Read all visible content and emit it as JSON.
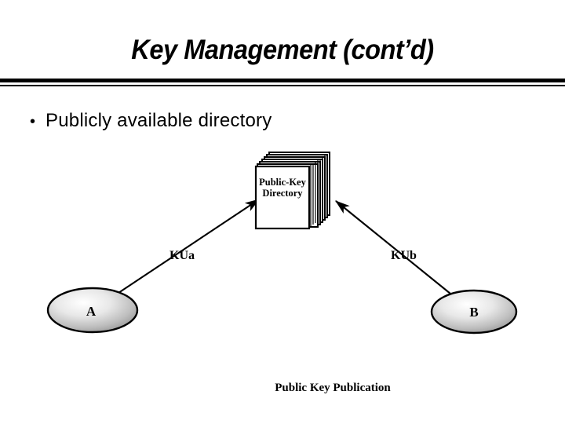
{
  "slide": {
    "title": "Key Management (cont’d)",
    "background_color": "#ffffff",
    "text_color": "#000000"
  },
  "bullets": [
    {
      "marker": "•",
      "text": "Publicly available directory"
    }
  ],
  "diagram": {
    "caption": "Public Key Publication",
    "directory": {
      "line1": "Public-Key",
      "line2": "Directory"
    },
    "nodes": [
      {
        "id": "a",
        "label": "A"
      },
      {
        "id": "b",
        "label": "B"
      }
    ],
    "edges": [
      {
        "id": "kua",
        "label": "KUa",
        "from": "A",
        "to": "directory"
      },
      {
        "id": "kub",
        "label": "KUb",
        "from": "B",
        "to": "directory"
      }
    ]
  }
}
